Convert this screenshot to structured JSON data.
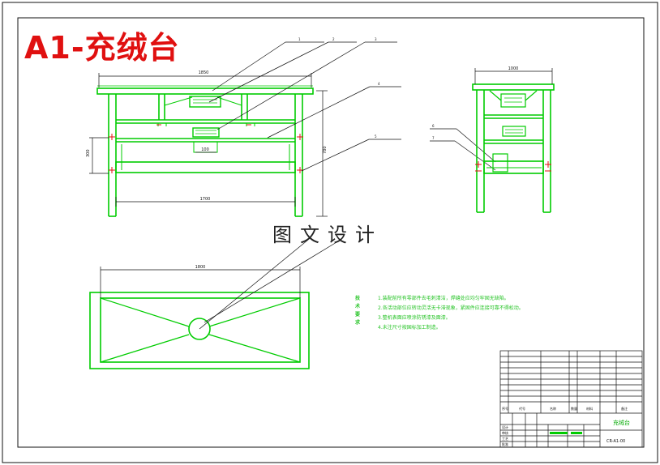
{
  "title": "A1-充绒台",
  "watermark": "图文设计",
  "notes": {
    "title": "技术要求",
    "lines": [
      "1.装配前所有零部件去毛刺清洁，焊缝处应均匀牢固无缺陷。",
      "2.各活动部位应转动灵活无卡滞现象，紧固件应连接可靠不得松动。",
      "3.整机表面应喷涂防锈漆及面漆。",
      "4.未注尺寸按国标加工制造。"
    ]
  },
  "dimensions": {
    "front_top_width": "1850",
    "front_inner_width": "1700",
    "front_small": "100",
    "front_height": "780",
    "front_side": "300",
    "side_top_width": "1000",
    "plan_width": "1800"
  },
  "balloons": [
    "1",
    "2",
    "3",
    "4",
    "5",
    "6",
    "7"
  ],
  "title_block": {
    "drawing_name": "充绒台",
    "drawing_number": "CR-A1-00",
    "headers": [
      "序号",
      "代号",
      "名称",
      "数量",
      "材料",
      "备注"
    ],
    "sign_labels": [
      "设计",
      "审核",
      "工艺",
      "批准"
    ]
  },
  "colors": {
    "line": "#00cc00",
    "dark": "#111111",
    "red": "#e01010"
  }
}
